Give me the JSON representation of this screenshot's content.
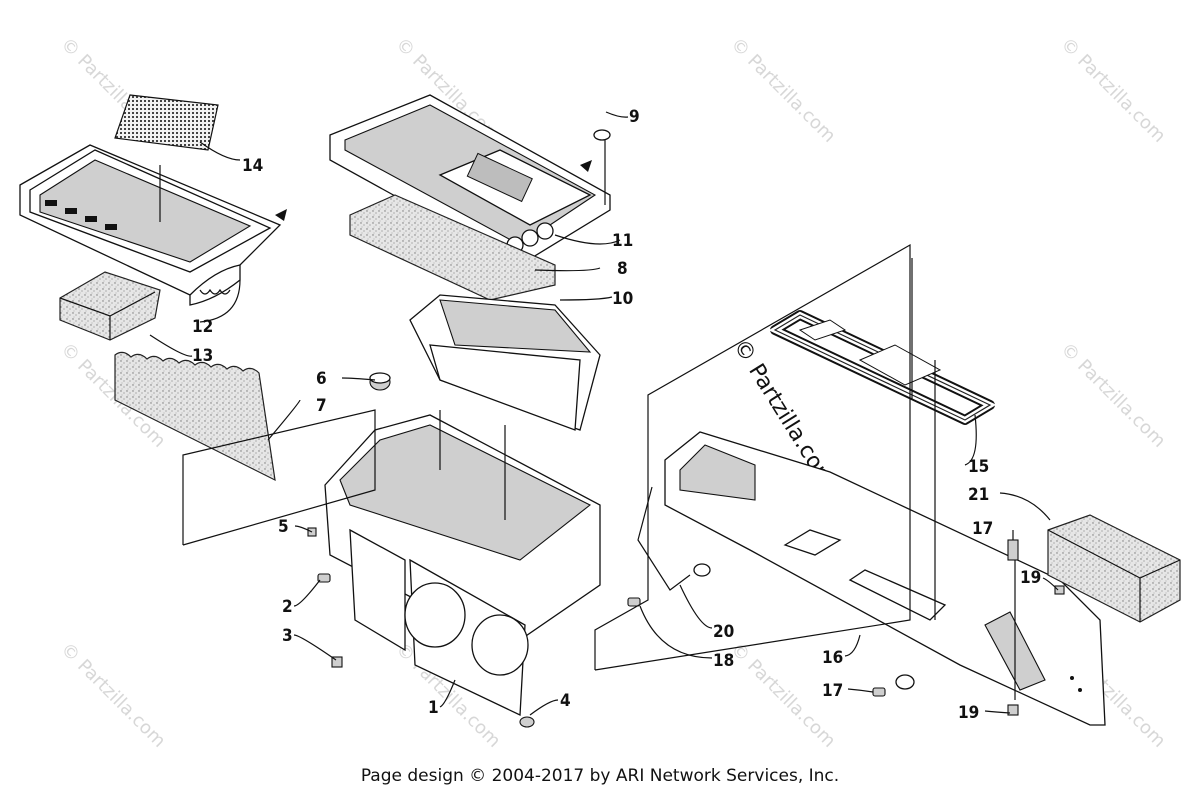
{
  "watermark": {
    "text": "© Partzilla.com"
  },
  "callouts": {
    "c1": "1",
    "c2": "2",
    "c3": "3",
    "c4": "4",
    "c5": "5",
    "c6": "6",
    "c7": "7",
    "c8": "8",
    "c9": "9",
    "c10": "10",
    "c11": "11",
    "c12": "12",
    "c13": "13",
    "c14": "14",
    "c15": "15",
    "c16": "16",
    "c17a": "17",
    "c17b": "17",
    "c18": "18",
    "c19a": "19",
    "c19b": "19",
    "c20": "20",
    "c21": "21"
  },
  "footer": {
    "text": "Page design © 2004-2017 by ARI Network Services, Inc."
  }
}
